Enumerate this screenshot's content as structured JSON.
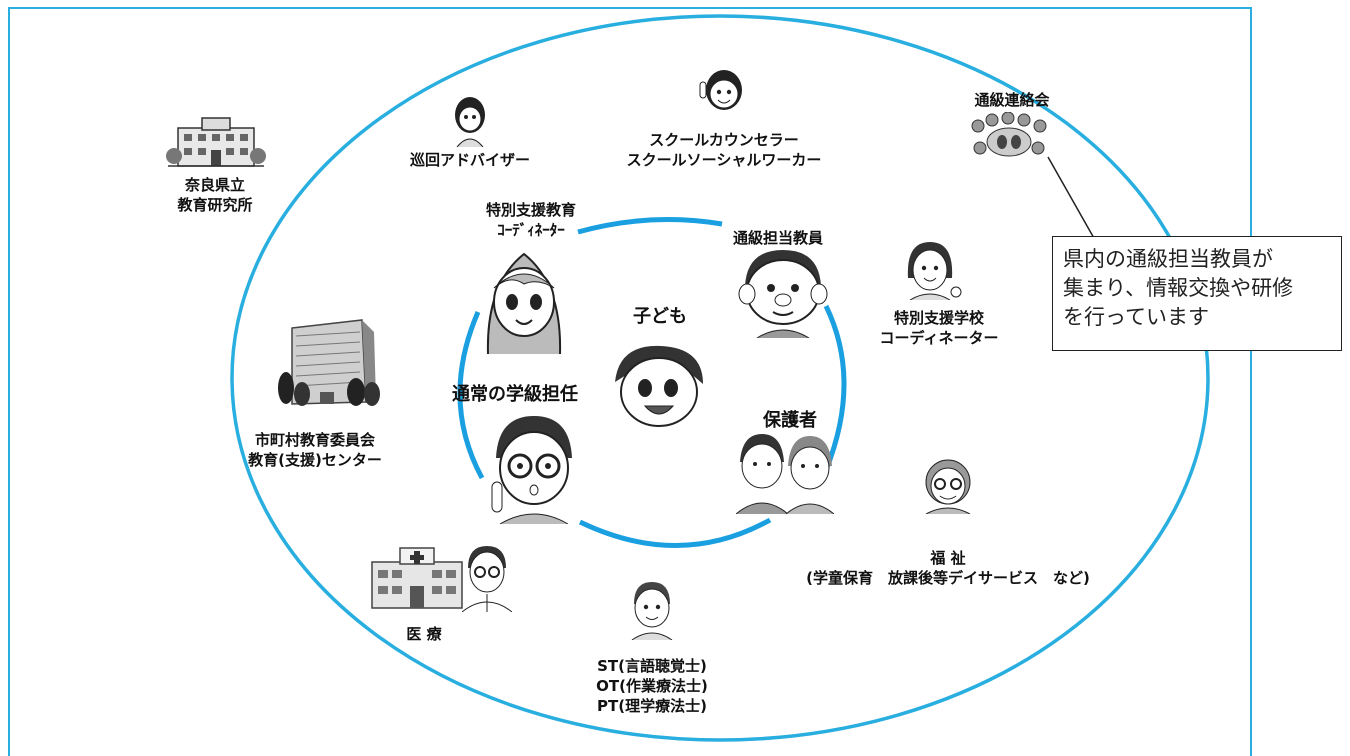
{
  "colors": {
    "ring": "#29aee0",
    "inner_ring": "#1a9fe0",
    "line": "#222222"
  },
  "center": {
    "child": "子ども"
  },
  "inner": {
    "coordinator_line1": "特別支援教育",
    "coordinator_line2": "ｺｰﾃﾞｨﾈｰﾀｰ",
    "tsukyu_teacher": "通級担当教員",
    "homeroom": "通常の学級担任",
    "guardian": "保護者"
  },
  "outer": {
    "junkai": "巡回アドバイザー",
    "counselor_line1": "スクールカウンセラー",
    "counselor_line2": "スクールソーシャルワーカー",
    "nara_line1": "奈良県立",
    "nara_line2": "教育研究所",
    "shichoson_line1": "市町村教育委員会",
    "shichoson_line2": "教育(支援)センター",
    "tokubetsu_school_line1": "特別支援学校",
    "tokubetsu_school_line2": "コーディネーター",
    "iryo": "医 療",
    "therapist_line1": "ST(言語聴覚士)",
    "therapist_line2": "OT(作業療法士)",
    "therapist_line3": "PT(理学療法士)",
    "fukushi_line1": "福 祉",
    "fukushi_line2": "(学童保育　放課後等デイサービス　など)",
    "tsukyu_renrakukai": "通級連絡会"
  },
  "callout": {
    "line1": "県内の通級担当教員が",
    "line2": "集まり、情報交換や研修",
    "line3": "を行っています"
  }
}
